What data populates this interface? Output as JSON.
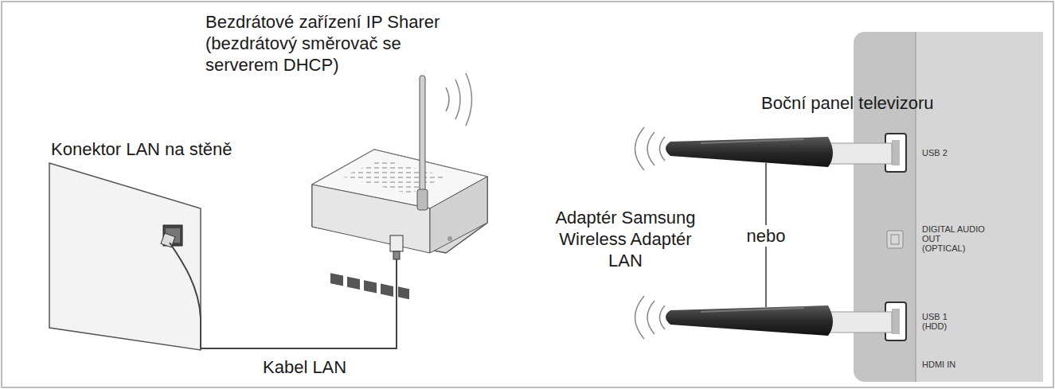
{
  "diagram": {
    "labels": [
      "Bezdrátové zařízení IP Sharer (bezdrátový směrovač se serverem DHCP)",
      "Konektor LAN na stěně",
      "Kabel LAN",
      "Boční panel televizoru",
      "Adaptér Samsung Wireless Adaptér LAN",
      "nebo",
      "USB 2",
      "DIGITAL AUDIO OUT (OPTICAL)",
      "USB 1 (HDD)",
      "HDMI IN"
    ]
  }
}
